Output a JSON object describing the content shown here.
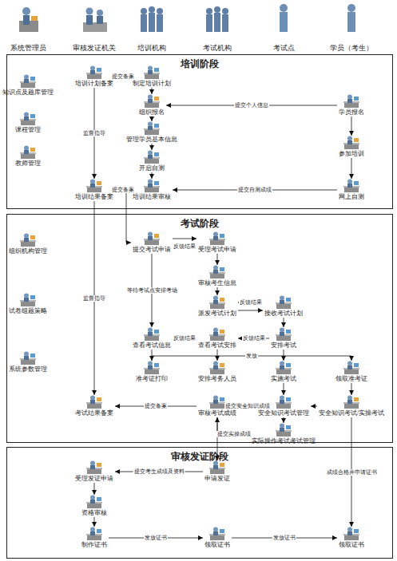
{
  "diagram": {
    "nodes": [
      {
        "text": [
          "培训阶段"
        ]
      },
      {
        "text": [
          "知识点及题库管理"
        ],
        "in": 0
      },
      {
        "text": [
          "课程管理"
        ],
        "in": 0
      },
      {
        "text": [
          "教师管理"
        ],
        "in": 0
      },
      {
        "text": [
          "培训计划备案"
        ],
        "in": 0
      },
      {
        "text": [
          "制定培训计划"
        ],
        "in": 0
      },
      {
        "text": [
          "组织报名"
        ],
        "in": 0
      },
      {
        "text": [
          "管理学员基本信息"
        ],
        "in": 0
      },
      {
        "text": [
          "开启自测"
        ],
        "in": 0
      },
      {
        "text": [
          "培训结果备案"
        ],
        "in": 0
      },
      {
        "text": [
          "培训结果审核"
        ],
        "in": 0
      },
      {
        "text": [
          "学员报名"
        ],
        "in": 0
      },
      {
        "text": [
          "参加培训"
        ],
        "in": 0
      },
      {
        "text": [
          "网上自测"
        ],
        "in": 0
      },
      {
        "text": [
          "考试阶段"
        ]
      },
      {
        "text": [
          "组织机构管理"
        ],
        "in": 14
      },
      {
        "text": [
          "试卷组题策略"
        ],
        "in": 14
      },
      {
        "text": [
          "系统参数管理"
        ],
        "in": 14
      },
      {
        "text": [
          "提交考试申请"
        ],
        "in": 14
      },
      {
        "text": [
          "受理考试申请"
        ],
        "in": 14
      },
      {
        "text": [
          "审核考生信息"
        ],
        "in": 14
      },
      {
        "text": [
          "派发考试计划"
        ],
        "in": 14
      },
      {
        "text": [
          "接收考试计划"
        ],
        "in": 14
      },
      {
        "text": [
          "查看考试信息"
        ],
        "in": 14
      },
      {
        "text": [
          "查看考试安排"
        ],
        "in": 14
      },
      {
        "text": [
          "安排考试"
        ],
        "in": 14
      },
      {
        "text": [
          "准考证打印"
        ],
        "in": 14
      },
      {
        "text": [
          "安排考务人员"
        ],
        "in": 14
      },
      {
        "text": [
          "实施考试"
        ],
        "in": 14
      },
      {
        "text": [
          "领取准考证"
        ],
        "in": 14
      },
      {
        "text": [
          "考试结果备案"
        ],
        "in": 14
      },
      {
        "text": [
          "审核考试成绩"
        ],
        "in": 14
      },
      {
        "text": [
          "安全知识考试管理"
        ],
        "in": 14
      },
      {
        "text": [
          "安全知识考试/实操考试"
        ],
        "in": 14
      },
      {
        "text": [
          "实际操作考试考试管理"
        ],
        "in": 14
      },
      {
        "text": [
          "审核发证阶段"
        ]
      },
      {
        "text": [
          "受理发证申请"
        ],
        "in": 35
      },
      {
        "text": [
          "资格审核"
        ],
        "in": 35
      },
      {
        "text": [
          "制作证书"
        ],
        "in": 35
      },
      {
        "text": [
          "申请发证"
        ],
        "in": 35
      },
      {
        "text": [
          "领取证书"
        ],
        "in": 35
      },
      {
        "text": [
          "领取证书"
        ],
        "in": 35
      }
    ],
    "edges": [
      {
        "from": 5,
        "to": 4,
        "label": "提交备案",
        "arrow": "to"
      },
      {
        "from": 11,
        "to": 6,
        "label": "提交个人信息",
        "arrow": "to"
      },
      {
        "from": 4,
        "to": 9,
        "label": "监督指导",
        "arrow": "to"
      },
      {
        "from": 5,
        "to": 6,
        "arrow": "to"
      },
      {
        "from": 6,
        "to": 7,
        "arrow": "to"
      },
      {
        "from": 7,
        "to": 8,
        "arrow": "to"
      },
      {
        "from": 8,
        "to": 10,
        "arrow": "to"
      },
      {
        "from": 11,
        "to": 12,
        "arrow": "to"
      },
      {
        "from": 12,
        "to": 13,
        "arrow": "to"
      },
      {
        "from": 13,
        "to": 10,
        "label": "提交自测成绩",
        "arrow": "to"
      },
      {
        "from": 10,
        "to": 9,
        "label": "提交备案",
        "arrow": "to"
      },
      {
        "from": 10,
        "to": 18,
        "arrow": "to"
      },
      {
        "from": 9,
        "to": 30,
        "label": "监督指导",
        "arrow": "to"
      },
      {
        "from": 18,
        "to": 19,
        "arrow": "to"
      },
      {
        "from": 19,
        "to": 18,
        "label": "反馈结果",
        "arrow": "to"
      },
      {
        "from": 19,
        "to": 20,
        "arrow": "to"
      },
      {
        "from": 20,
        "to": 21,
        "arrow": "to"
      },
      {
        "from": 21,
        "to": 22,
        "arrow": "to"
      },
      {
        "from": 22,
        "to": 21,
        "label": "反馈结果",
        "arrow": "to"
      },
      {
        "from": 22,
        "to": 25,
        "arrow": "to"
      },
      {
        "from": 25,
        "to": 24,
        "label": "反馈结果",
        "arrow": "to"
      },
      {
        "from": 24,
        "to": 23,
        "label": "反馈结果",
        "arrow": "to"
      },
      {
        "from": 18,
        "to": 23,
        "label": "等待考试点安排考场",
        "arrow": "to"
      },
      {
        "from": 23,
        "to": 26,
        "arrow": "to"
      },
      {
        "from": 24,
        "to": 27,
        "arrow": "to"
      },
      {
        "from": 25,
        "to": 28,
        "arrow": "to"
      },
      {
        "from": 26,
        "to": 29,
        "label": "发放",
        "arrow": "to"
      },
      {
        "from": 28,
        "to": 32,
        "arrow": "to"
      },
      {
        "from": 29,
        "to": 33,
        "arrow": "to"
      },
      {
        "from": 33,
        "to": 32,
        "arrow": "to"
      },
      {
        "from": 32,
        "to": 31,
        "label": "提交安全知识成绩",
        "arrow": "to"
      },
      {
        "from": 34,
        "to": 31,
        "label": "提交实操成绩",
        "arrow": "to"
      },
      {
        "from": 31,
        "to": 30,
        "label": "提交备案",
        "arrow": "to"
      },
      {
        "from": 32,
        "to": 34,
        "arrow": "to"
      },
      {
        "from": 31,
        "to": 39,
        "arrow": "to"
      },
      {
        "from": 39,
        "to": 36,
        "label": "提交考生成绩及资料",
        "arrow": "to"
      },
      {
        "from": 36,
        "to": 37,
        "arrow": "to"
      },
      {
        "from": 37,
        "to": 38,
        "arrow": "to"
      },
      {
        "from": 38,
        "to": 40,
        "label": "发放证书",
        "arrow": "to"
      },
      {
        "from": 40,
        "to": 41,
        "label": "发放证书",
        "arrow": "to"
      },
      {
        "from": 33,
        "to": 41,
        "label": "成绩合格并申请证书",
        "arrow": "to"
      }
    ],
    "labels": [
      "系统管理员",
      "审核发证机关",
      "培训机构",
      "考试机构",
      "考试点",
      "学员（考生）"
    ]
  }
}
